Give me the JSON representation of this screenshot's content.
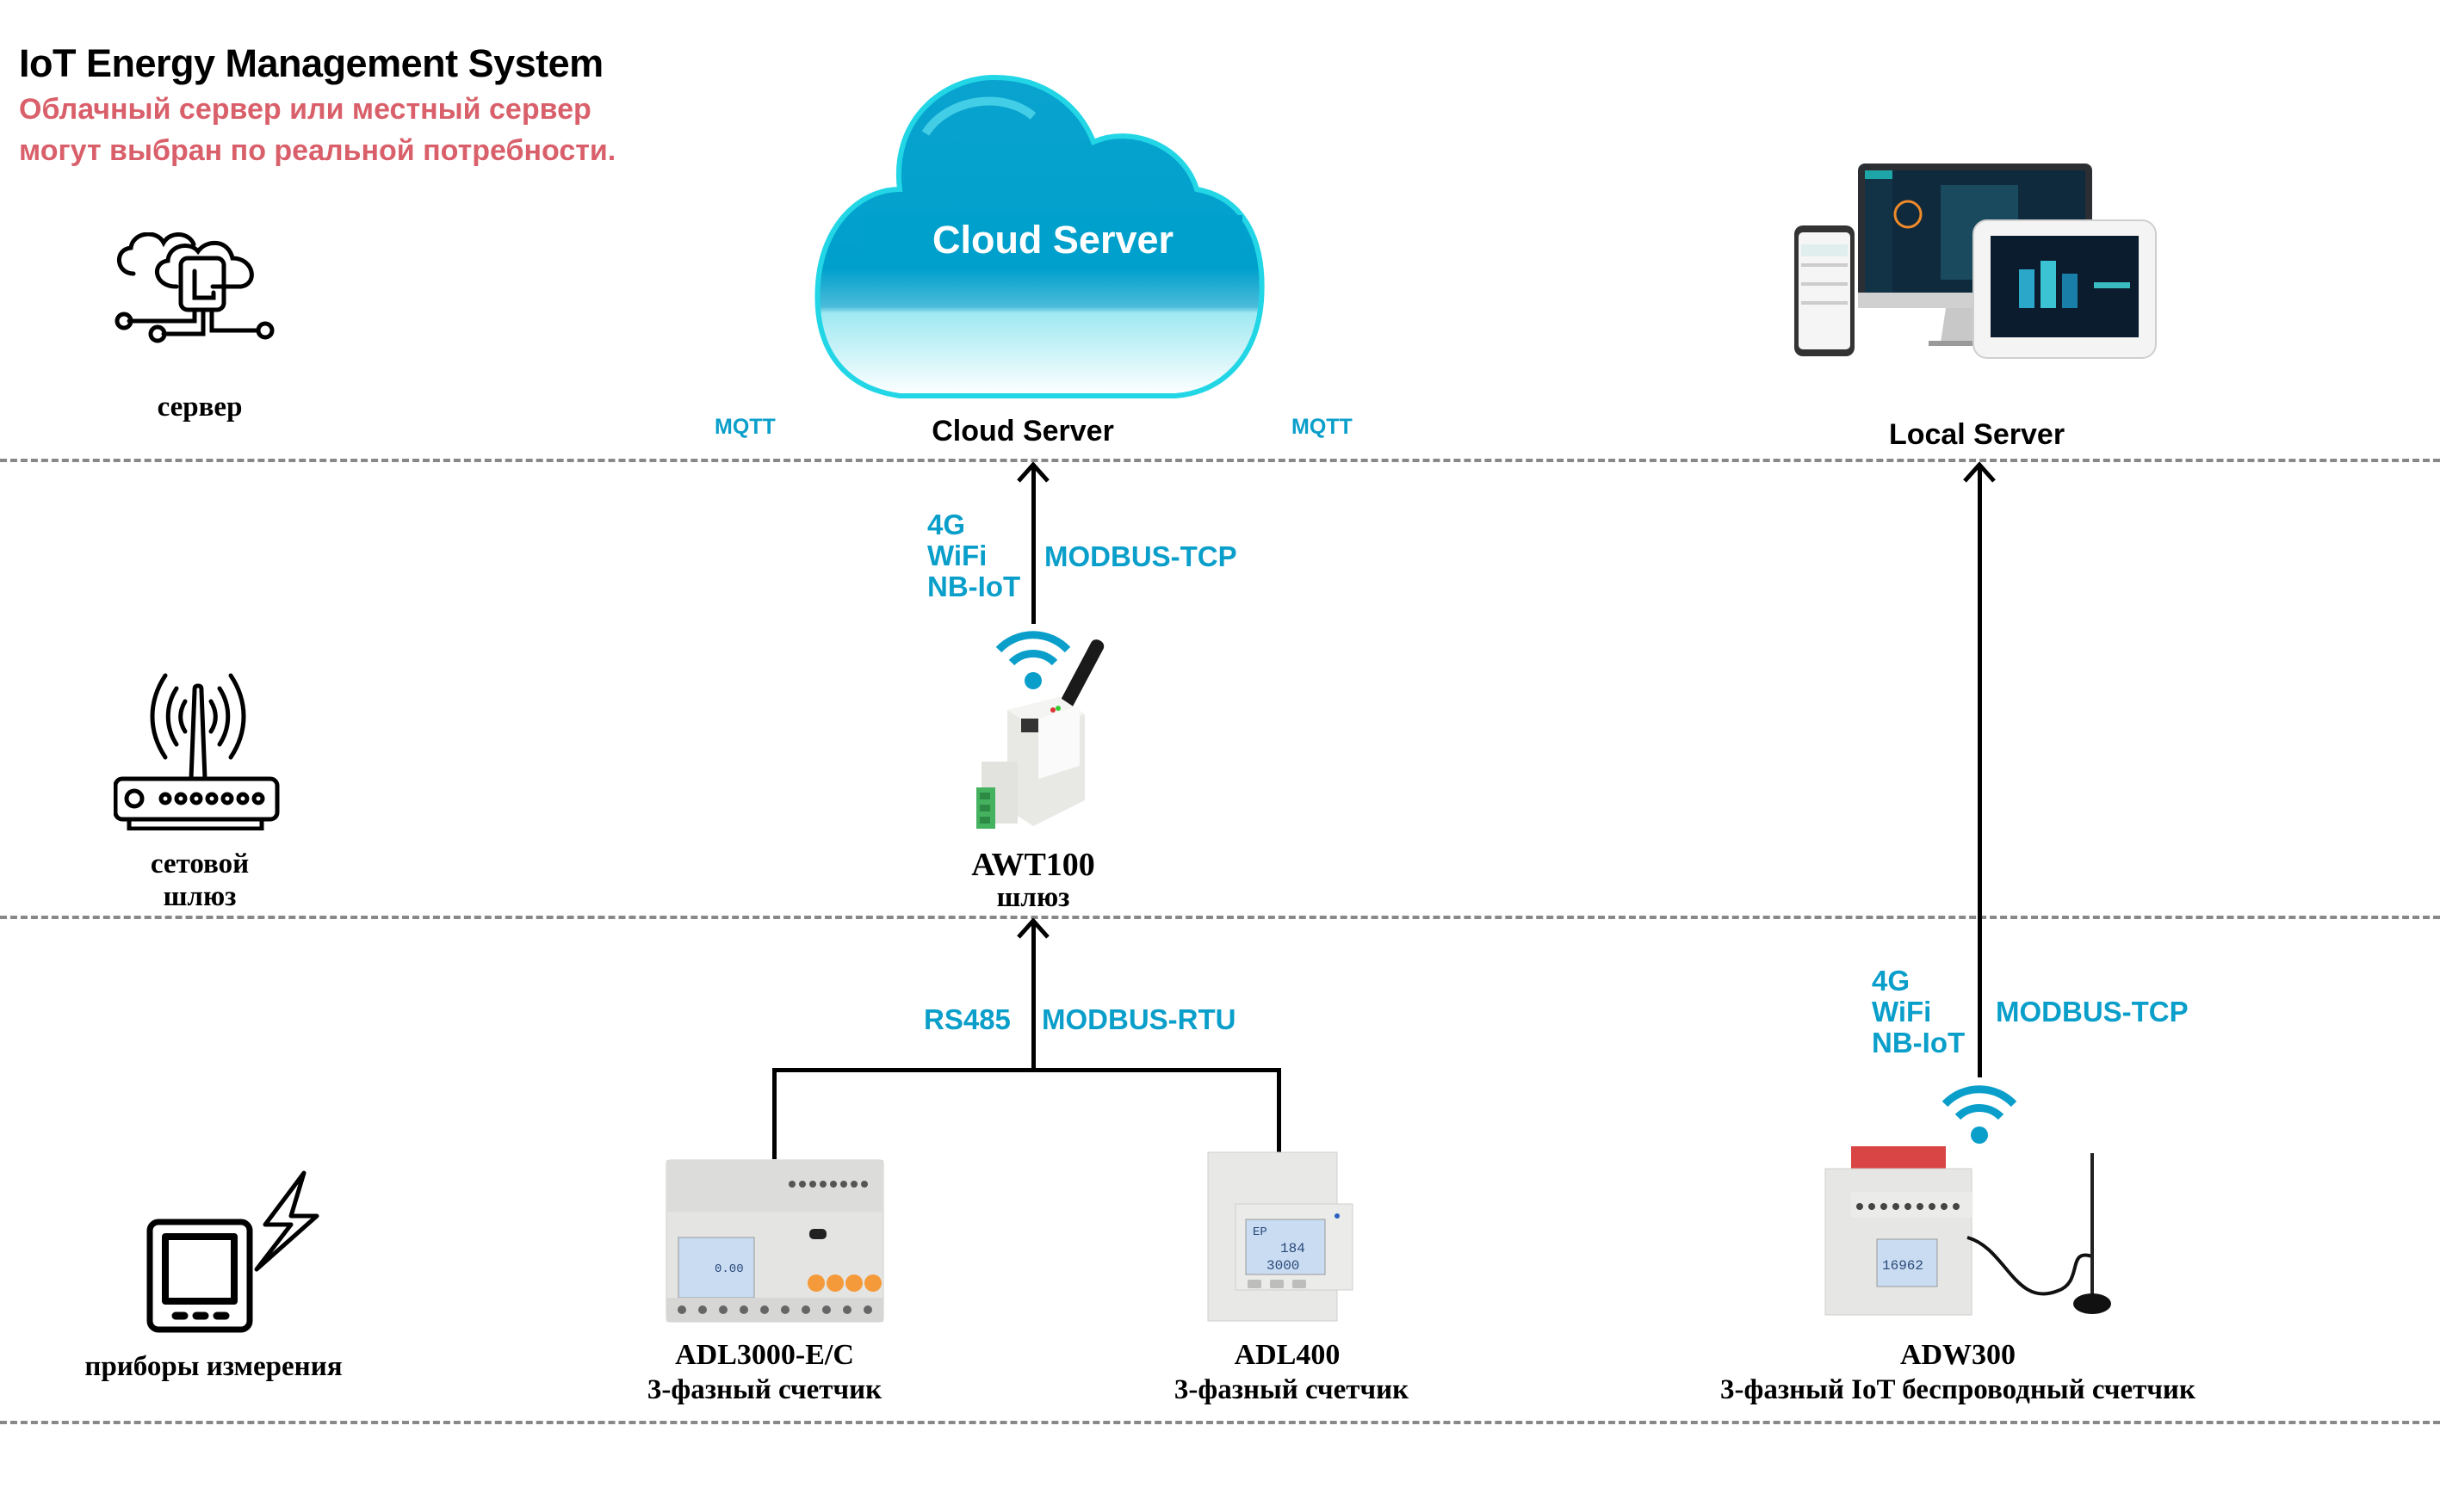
{
  "header": {
    "title": "IoT Energy Management System",
    "subtitle_line1": "Облачный сервер или местный сервер",
    "subtitle_line2": "могут выбран по реальной потребности."
  },
  "colors": {
    "accent_blue": "#0a9fca",
    "subtitle_red": "#d9606a",
    "cloud_blue": "#00a0cc",
    "divider_gray": "#888888"
  },
  "layers": [
    {
      "id": "server",
      "label": "сервер",
      "icon": "cloud-server-icon"
    },
    {
      "id": "gateway",
      "label_line1": "сетовой",
      "label_line2": "шлюз",
      "icon": "router-icon"
    },
    {
      "id": "meters",
      "label": "приборы измерения",
      "icon": "power-meter-icon"
    }
  ],
  "server_layer": {
    "cloud_text": "Cloud Server",
    "cloud_label": "Cloud Server",
    "local_label": "Local Server",
    "mqtt_left": "MQTT",
    "mqtt_right": "MQTT"
  },
  "gateway_link": {
    "networks": [
      "4G",
      "WiFi",
      "NB-IoT"
    ],
    "protocol": "MODBUS-TCP"
  },
  "gateway": {
    "model": "AWT100",
    "type": "шлюз"
  },
  "bus_link": {
    "interface": "RS485",
    "protocol": "MODBUS-RTU"
  },
  "wireless_link": {
    "networks": [
      "4G",
      "WiFi",
      "NB-IoT"
    ],
    "protocol": "MODBUS-TCP"
  },
  "devices": [
    {
      "model": "ADL3000-E/C",
      "description": "3-фазный счетчик",
      "lcd": "0.00"
    },
    {
      "model": "ADL400",
      "description": "3-фазный счетчик",
      "lcd_line1": "EP",
      "lcd_line2": "184",
      "lcd_line3": "3000"
    },
    {
      "model": "ADW300",
      "description": "3-фазный IoT беспроводный счетчик",
      "lcd": "16962"
    }
  ]
}
